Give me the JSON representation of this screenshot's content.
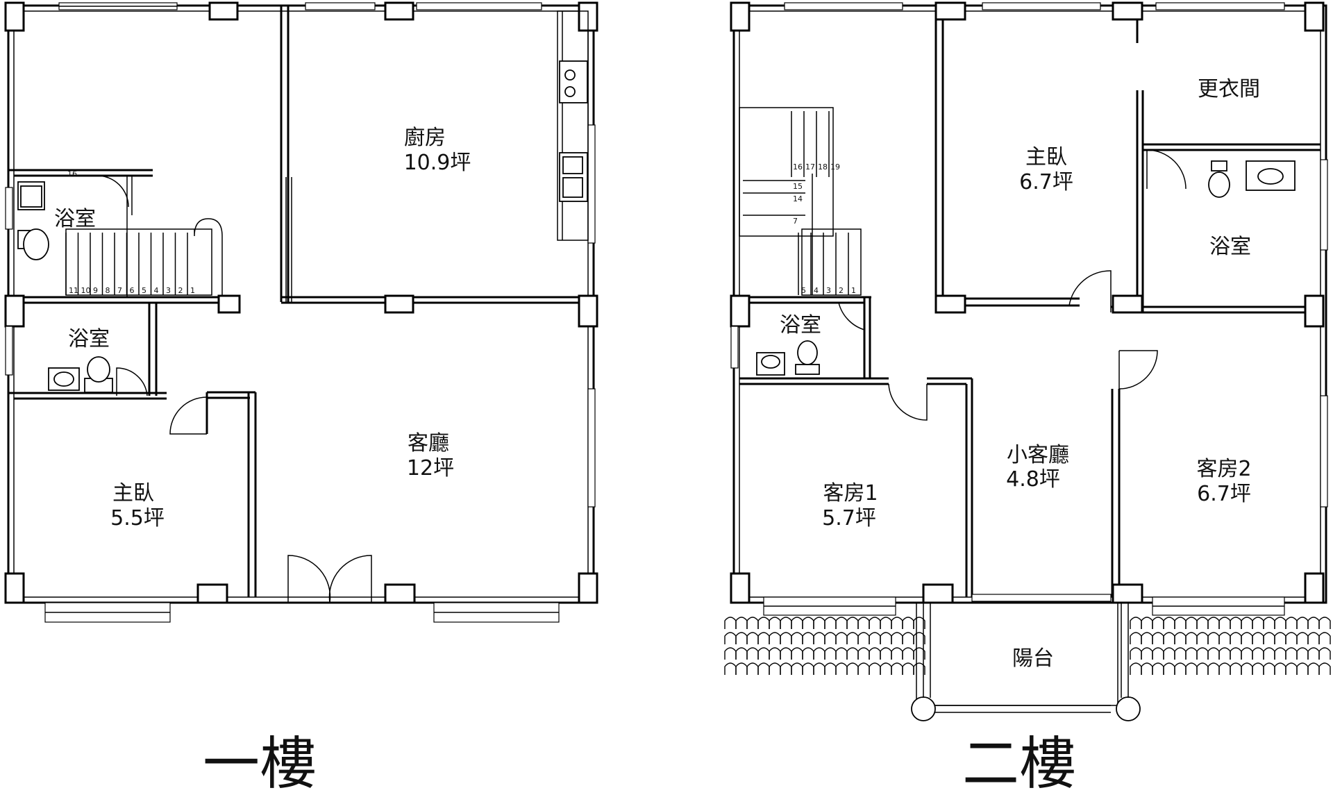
{
  "floor1": {
    "title": "一樓",
    "rooms": {
      "kitchen": {
        "name": "廚房",
        "area": "10.9坪"
      },
      "bath_upper": {
        "name": "浴室"
      },
      "bath_lower": {
        "name": "浴室"
      },
      "master_bedroom": {
        "name": "主臥",
        "area": "5.5坪"
      },
      "living_room": {
        "name": "客廳",
        "area": "12坪"
      }
    },
    "stair_numbers": [
      "11",
      "10",
      "9",
      "8",
      "7",
      "6",
      "5",
      "4",
      "3",
      "2",
      "1"
    ],
    "stair_top_number": "16"
  },
  "floor2": {
    "title": "二樓",
    "rooms": {
      "master_bedroom": {
        "name": "主臥",
        "area": "6.7坪"
      },
      "walk_in_closet": {
        "name": "更衣間"
      },
      "bath_right": {
        "name": "浴室"
      },
      "bath_left": {
        "name": "浴室"
      },
      "guest_room_1": {
        "name": "客房1",
        "area": "5.7坪"
      },
      "small_living_room": {
        "name": "小客廳",
        "area": "4.8坪"
      },
      "guest_room_2": {
        "name": "客房2",
        "area": "6.7坪"
      },
      "balcony": {
        "name": "陽台"
      }
    },
    "stair_numbers_bottom": [
      "5",
      "4",
      "3",
      "2",
      "1"
    ],
    "stair_numbers_top": [
      "16",
      "17",
      "18",
      "19"
    ],
    "stair_numbers_mid": [
      "15",
      "14",
      "7"
    ]
  }
}
